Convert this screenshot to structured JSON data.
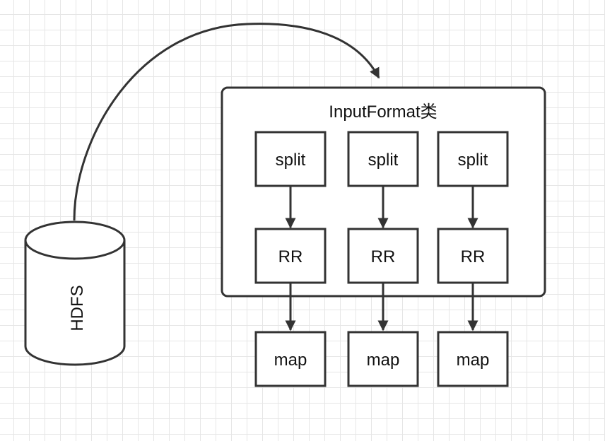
{
  "diagram": {
    "source": {
      "label": "HDFS",
      "shape": "cylinder"
    },
    "container": {
      "label": "InputFormat类"
    },
    "columns": [
      {
        "split": "split",
        "rr": "RR",
        "map": "map"
      },
      {
        "split": "split",
        "rr": "RR",
        "map": "map"
      },
      {
        "split": "split",
        "rr": "RR",
        "map": "map"
      }
    ],
    "colors": {
      "stroke": "#333333",
      "fill": "#ffffff",
      "grid": "#e6e6e6"
    }
  }
}
